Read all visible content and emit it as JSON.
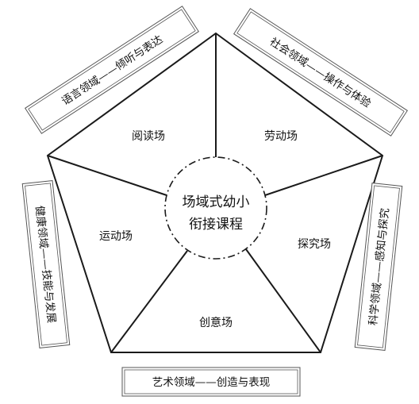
{
  "center": {
    "line1": "场域式幼小",
    "line2": "衔接课程"
  },
  "zones": {
    "reading": "阅读场",
    "labor": "劳动场",
    "sports": "运动场",
    "exploration": "探究场",
    "creativity": "创意场"
  },
  "domains": {
    "language": "语言领域——倾听与表达",
    "social": "社会领域——操作与体验",
    "health": "健康领域——技能与发展",
    "science": "科学领域——感知与探究",
    "art": "艺术领域——创造与表现"
  },
  "colors": {
    "line": "#1a1a1a",
    "box_border": "#555555",
    "text": "#111111"
  }
}
